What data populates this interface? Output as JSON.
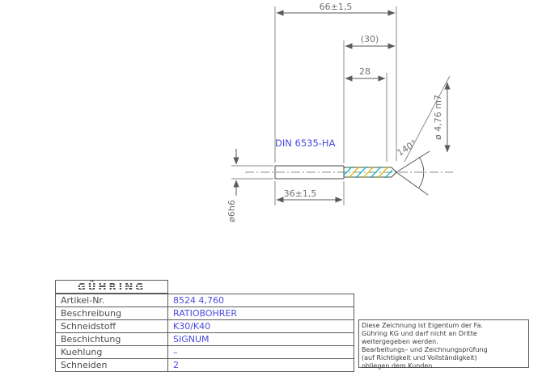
{
  "colors": {
    "line": "#4a4a4a",
    "dim_text": "#707070",
    "accent_blue": "#4a4adf",
    "flute_cyan": "#00b4b4",
    "flute_yellow": "#c2c200"
  },
  "drawing": {
    "dim_total_length": "66±1,5",
    "dim_flute_ref": "(30)",
    "dim_usable_flute": "28",
    "dim_shank_length": "36±1,5",
    "dim_cut_diameter": "ø 4,76  m7",
    "dim_shank_diameter": "ø6h6",
    "dim_point_angle": "140°",
    "standard_label": "DIN 6535-HA"
  },
  "titleblock": {
    "logo_text": "GÜHRING",
    "rows": [
      {
        "label": "Artikel-Nr.",
        "value": "8524 4,760"
      },
      {
        "label": "Beschreibung",
        "value": "RATIOBOHRER"
      },
      {
        "label": "Schneidstoff",
        "value": "K30/K40"
      },
      {
        "label": "Beschichtung",
        "value": "SIGNUM"
      },
      {
        "label": "Kuehlung",
        "value": "–"
      },
      {
        "label": "Schneiden",
        "value": "2"
      }
    ]
  },
  "note_box": {
    "lines": [
      "Diese Zeichnung ist Eigentum der Fa.",
      "Gühring KG und darf nicht an Dritte",
      "weitergegeben werden.",
      "Bearbeitungs– und Zeichnungsprüfung",
      "(auf Richtigkeit und Vollständigkeit)",
      "obliegen dem Kunden."
    ]
  }
}
